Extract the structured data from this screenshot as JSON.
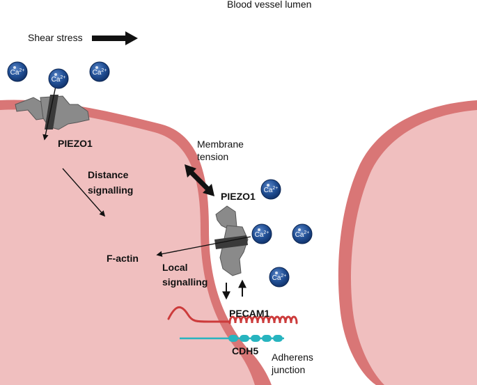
{
  "labels": {
    "lumen": "Blood vessel lumen",
    "shear_stress": "Shear stress",
    "piezo_top": "PIEZO1",
    "distance_signalling_1": "Distance",
    "distance_signalling_2": "signalling",
    "membrane_tension_1": "Membrane",
    "membrane_tension_2": "tension",
    "piezo_junction": "PIEZO1",
    "f_actin": "F-actin",
    "local_signalling_1": "Local",
    "local_signalling_2": "signalling",
    "pecam1": "PECAM1",
    "cdh5": "CDH5",
    "adherens_junction_1": "Adherens",
    "adherens_junction_2": "junction"
  },
  "ion": {
    "symbol": "Ca",
    "charge": "2+"
  },
  "colors": {
    "cell_body": "#f0bfbf",
    "cell_membrane": "#d97676",
    "ion_fill": "#1f4f92",
    "channel_fill": "#8a8a8a",
    "channel_band": "#3a3a3a",
    "pecam1": "#cc3b3b",
    "cdh5": "#27b4bf"
  }
}
